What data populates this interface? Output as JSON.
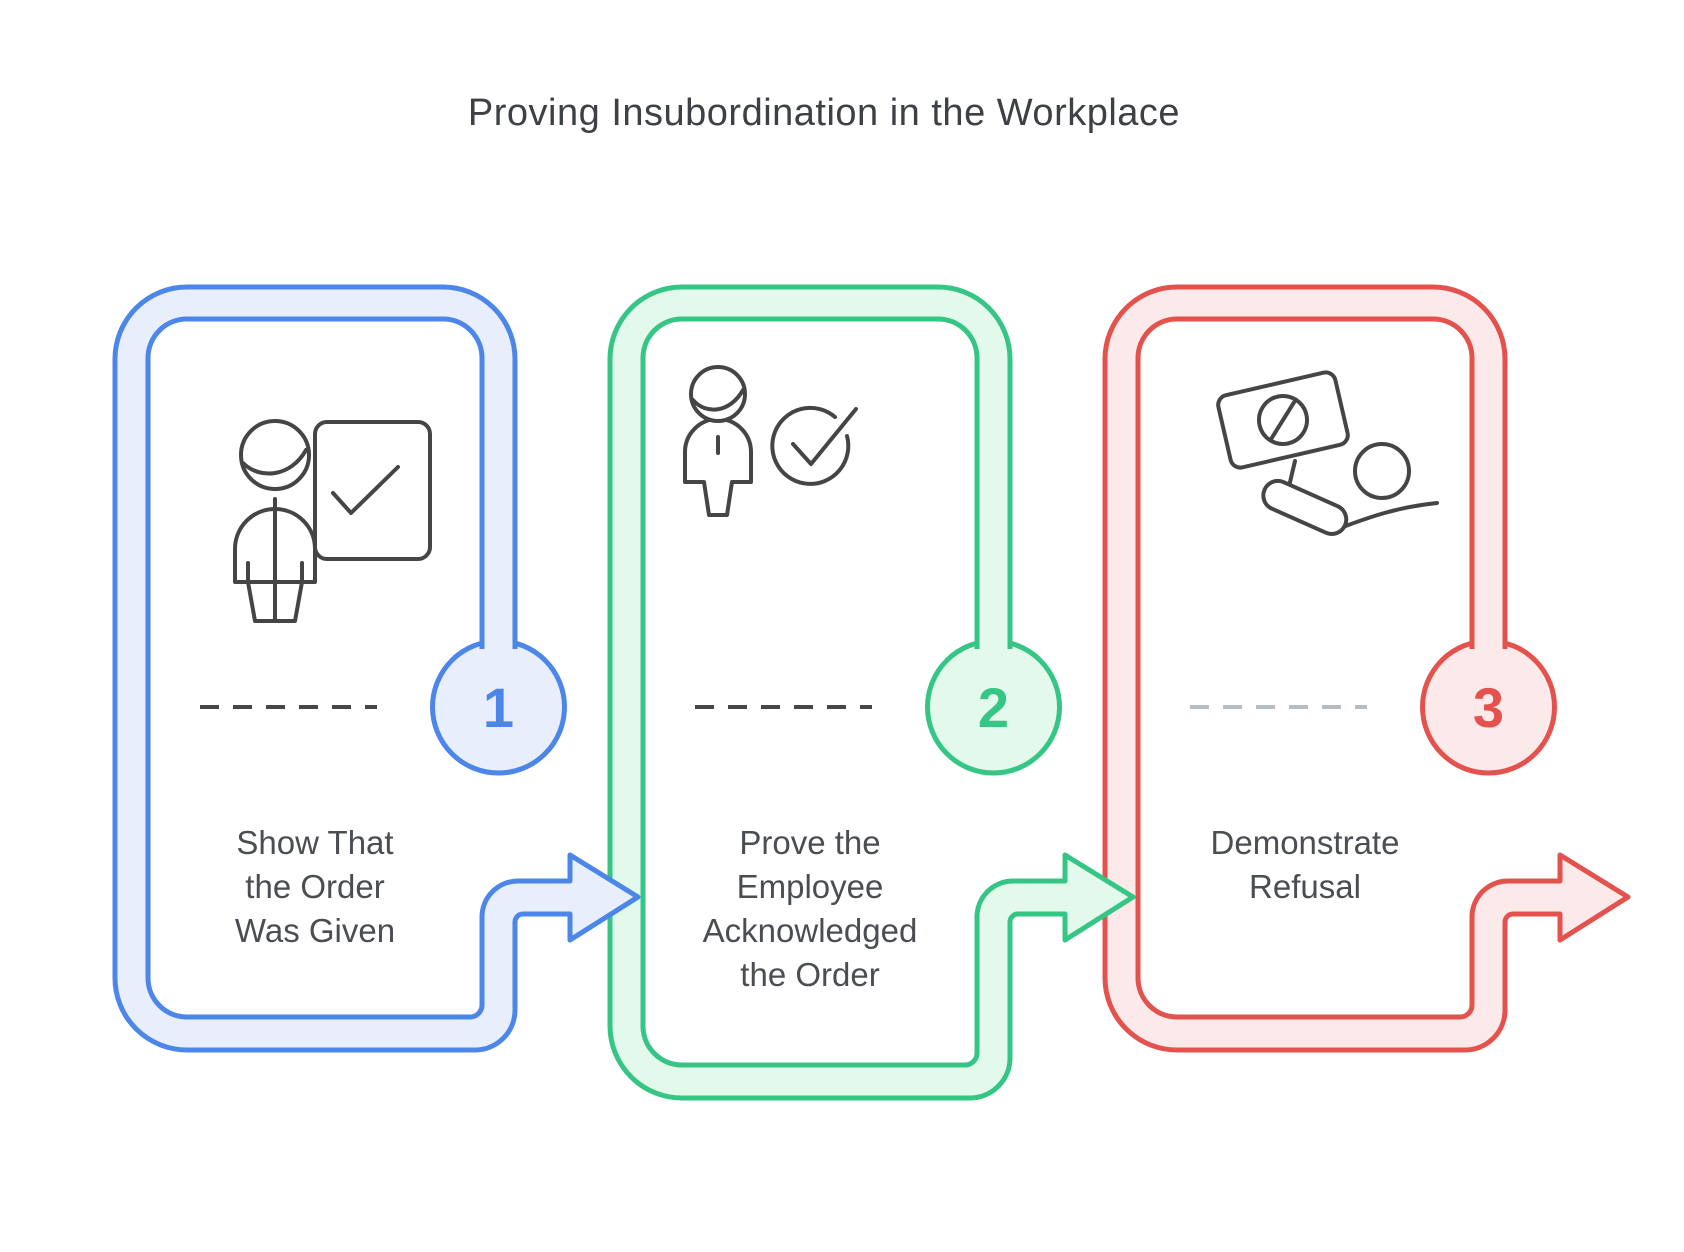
{
  "title": "Proving Insubordination in the Workplace",
  "colors": {
    "background": "#ffffff",
    "title_text": "#3d4045",
    "body_text": "#4a4e53",
    "icon_stroke": "#454545"
  },
  "steps": [
    {
      "number": "1",
      "label": "Show That\nthe Order\nWas Given",
      "icon": "presenter-board-check-icon",
      "stroke": "#4c86e8",
      "fill": "#e8eefc",
      "dash_color": "#474747"
    },
    {
      "number": "2",
      "label": "Prove the\nEmployee\nAcknowledged\nthe Order",
      "icon": "person-check-circle-icon",
      "stroke": "#35c584",
      "fill": "#e2f9ec",
      "dash_color": "#474747"
    },
    {
      "number": "3",
      "label": "Demonstrate\nRefusal",
      "icon": "protest-sign-hand-icon",
      "stroke": "#e4524e",
      "fill": "#fceaea",
      "dash_color": "#b6bcc4"
    }
  ]
}
